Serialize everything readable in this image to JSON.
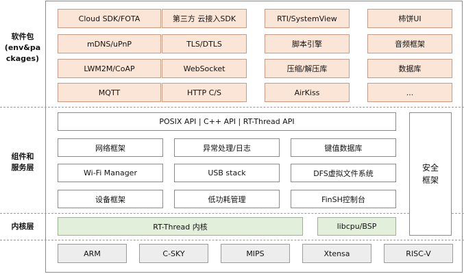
{
  "layers": {
    "packages": {
      "label_lines": [
        "软件包",
        "(env&pa",
        "ckages)"
      ],
      "items": [
        "Cloud SDK/FOTA",
        "第三方 云接入SDK",
        "RTI/SystemView",
        "柿饼UI",
        "mDNS/uPnP",
        "TLS/DTLS",
        "脚本引擎",
        "音频框架",
        "LWM2M/CoAP",
        "WebSocket",
        "压缩/解压库",
        "数据库",
        "MQTT",
        "HTTP C/S",
        "AirKiss",
        "..."
      ]
    },
    "services": {
      "label_lines": [
        "组件和",
        "服务层"
      ],
      "api_bar": "POSIX API  |  C++ API  |  RT-Thread API",
      "items": [
        "网络框架",
        "异常处理/日志",
        "键值数据库",
        "Wi-Fi Manager",
        "USB stack",
        "DFS虚拟文件系统",
        "设备框架",
        "低功耗管理",
        "FinSH控制台"
      ],
      "security_lines": [
        "安全",
        "框架"
      ]
    },
    "kernel": {
      "label": "内核层",
      "items": [
        "RT-Thread 内核",
        "libcpu/BSP"
      ]
    },
    "arch": {
      "items": [
        "ARM",
        "C-SKY",
        "MIPS",
        "Xtensa",
        "RISC-V"
      ]
    }
  }
}
